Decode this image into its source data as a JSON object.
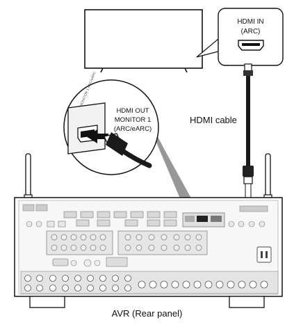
{
  "tv_box": {
    "port_label_line1": "HDMI IN",
    "port_label_line2": "(ARC)"
  },
  "avr_zoom": {
    "port_label_line1": "HDMI OUT",
    "port_label_line2": "MONITOR 1",
    "port_label_line3": "(ARC/eARC)",
    "small_port_marking": "MONITOR 1 ARC/eARC"
  },
  "cable_label": "HDMI cable",
  "avr_caption": "AVR (Rear panel)",
  "colors": {
    "line": "#111111",
    "panel_fill": "#f7f7f7",
    "panel_gray": "#c8c8c8",
    "zoom_wedge": "#8c8c8c",
    "cable": "#1a1a1a",
    "background": "#ffffff"
  }
}
